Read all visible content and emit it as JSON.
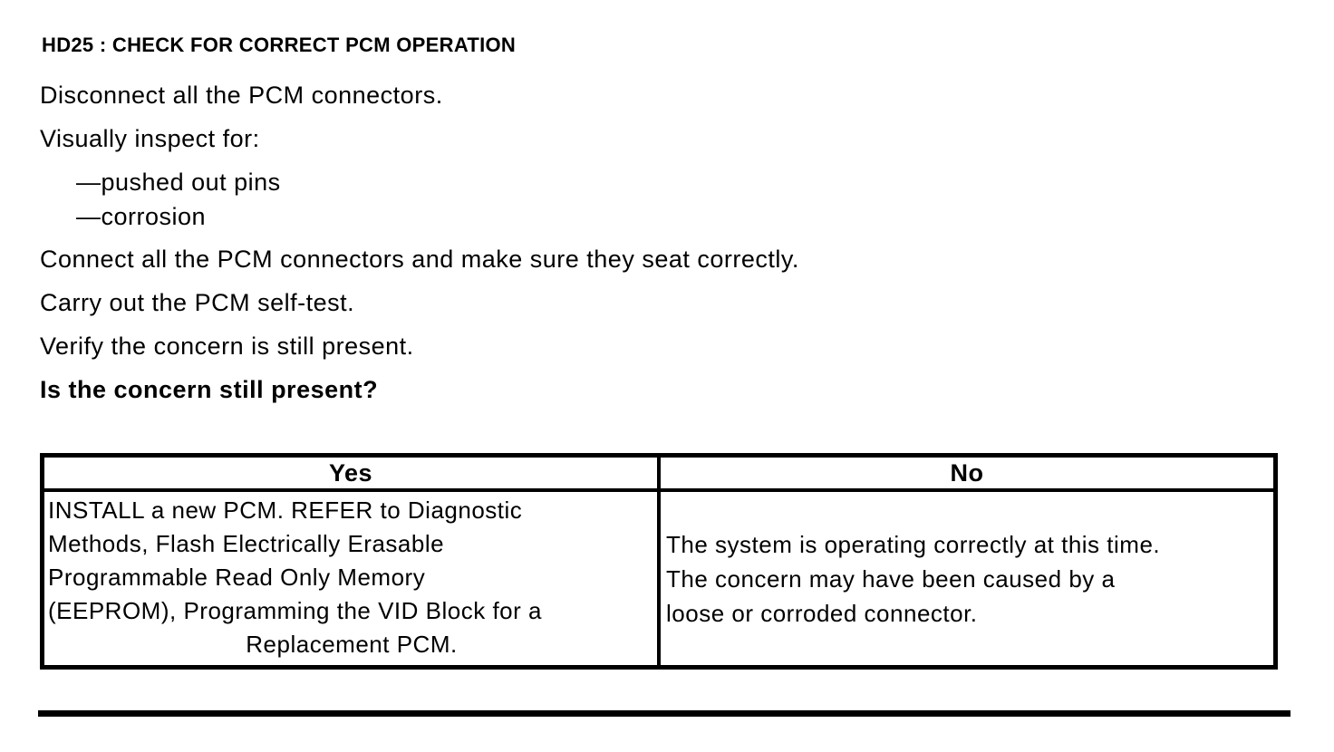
{
  "colors": {
    "text": "#000000",
    "background": "#ffffff"
  },
  "document": {
    "heading": "HD25 : CHECK FOR CORRECT PCM OPERATION",
    "steps": {
      "disconnect": "Disconnect all the PCM connectors.",
      "inspect_intro": "Visually inspect for:",
      "inspect_items": [
        "—pushed out pins",
        "—corrosion"
      ],
      "connect": "Connect all the PCM connectors and make sure they seat correctly.",
      "self_test": "Carry out the PCM self-test.",
      "verify": "Verify the concern is still present.",
      "question": "Is the concern still present?"
    },
    "results_table": {
      "columns": [
        "Yes",
        "No"
      ],
      "yes_action_lines": [
        "INSTALL a new PCM. REFER to Diagnostic",
        "Methods, Flash Electrically Erasable",
        "Programmable Read Only Memory",
        "(EEPROM), Programming the VID Block for a",
        "Replacement PCM."
      ],
      "no_action_lines": [
        "The system is operating correctly at this time.",
        "The concern may have been caused by a",
        "loose or corroded connector."
      ]
    }
  }
}
